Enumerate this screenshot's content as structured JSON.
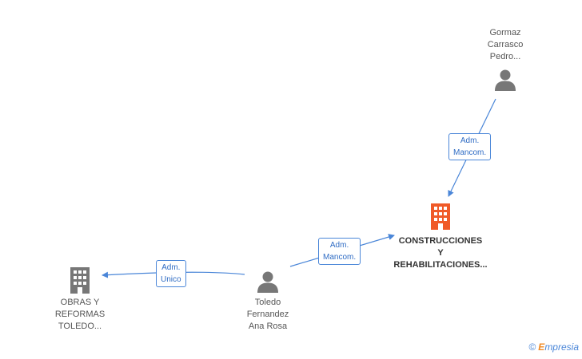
{
  "nodes": {
    "gormaz": {
      "lines": [
        "Gormaz",
        "Carrasco",
        "Pedro..."
      ]
    },
    "construcciones": {
      "lines": [
        "CONSTRUCCIONES",
        "Y",
        "REHABILITACIONES..."
      ]
    },
    "toledo": {
      "lines": [
        "Toledo",
        "Fernandez",
        "Ana Rosa"
      ]
    },
    "obras": {
      "lines": [
        "OBRAS Y",
        "REFORMAS",
        "TOLEDO..."
      ]
    }
  },
  "relations": {
    "gormaz_construcciones": {
      "lines": [
        "Adm.",
        "Mancom."
      ]
    },
    "toledo_construcciones": {
      "lines": [
        "Adm.",
        "Mancom."
      ]
    },
    "toledo_obras": {
      "lines": [
        "Adm.",
        "Unico"
      ]
    }
  },
  "colors": {
    "person": "#777777",
    "company": "#777777",
    "focus_company": "#f05a28",
    "edge": "#4a86d8"
  },
  "icons": {
    "person": "person-icon",
    "company": "building-icon"
  },
  "footer": {
    "copyright": "©",
    "brand_initial": "E",
    "brand_rest": "mpresia"
  }
}
